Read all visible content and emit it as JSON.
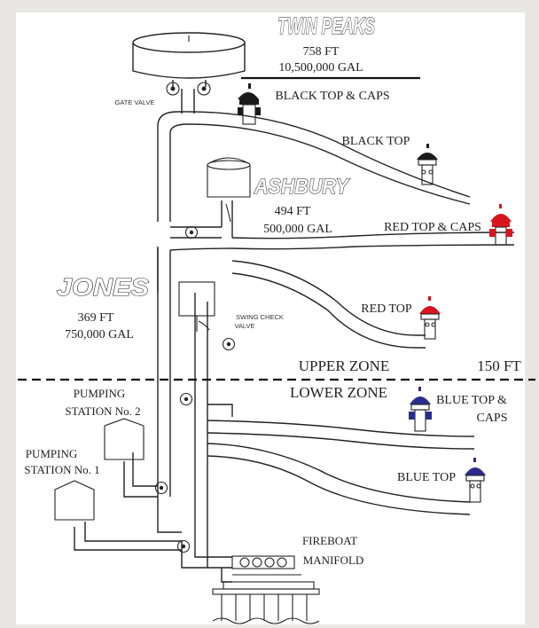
{
  "reservoirs": {
    "twin_peaks": {
      "name": "TWIN PEAKS",
      "elevation": "758 FT",
      "capacity": "10,500,000 GAL"
    },
    "ashbury": {
      "name": "ASHBURY",
      "elevation": "494 FT",
      "capacity": "500,000 GAL"
    },
    "jones": {
      "name": "JONES",
      "elevation": "369 FT",
      "capacity": "750,000 GAL"
    }
  },
  "valves": {
    "gate_valve": "GATE VALVE",
    "swing_check_valve_line1": "SWING CHECK",
    "swing_check_valve_line2": "VALVE"
  },
  "hydrants": {
    "black_top_caps": "BLACK TOP & CAPS",
    "black_top": "BLACK TOP",
    "red_top_caps": "RED TOP & CAPS",
    "red_top": "RED TOP",
    "blue_top_caps_line1": "BLUE TOP &",
    "blue_top_caps_line2": "CAPS",
    "blue_top": "BLUE TOP"
  },
  "zones": {
    "upper": "UPPER ZONE",
    "lower": "LOWER ZONE",
    "boundary_elevation": "150 FT"
  },
  "pumping_stations": {
    "no2_line1": "PUMPING",
    "no2_line2": "STATION No. 2",
    "no1_line1": "PUMPING",
    "no1_line2": "STATION No. 1"
  },
  "fireboat_manifold": {
    "line1": "FIREBOAT",
    "line2": "MANIFOLD"
  },
  "colors": {
    "black": "#1a1a1a",
    "red": "#d8141f",
    "blue": "#2c2c8c",
    "paper": "#ffffff",
    "frame": "#e9e7e4"
  }
}
